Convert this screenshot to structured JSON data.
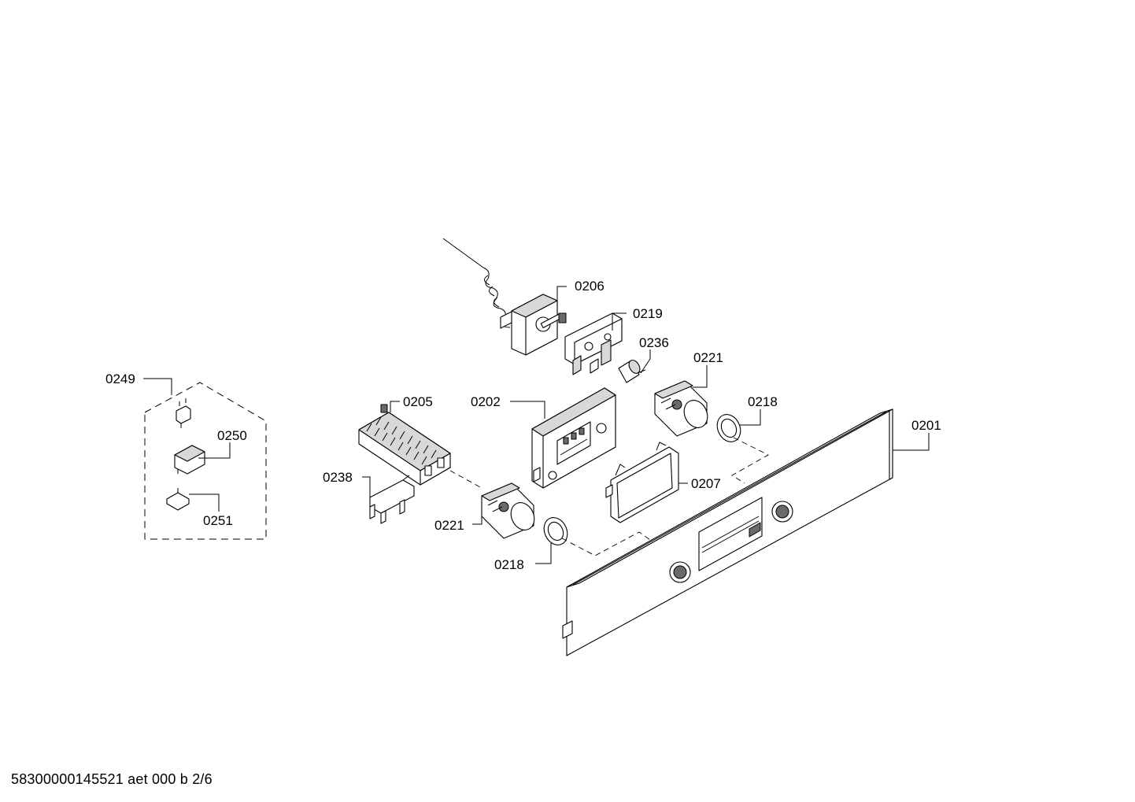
{
  "diagram": {
    "parts": {
      "p0201": "0201",
      "p0202": "0202",
      "p0205": "0205",
      "p0206": "0206",
      "p0207": "0207",
      "p0218a": "0218",
      "p0218b": "0218",
      "p0219": "0219",
      "p0221a": "0221",
      "p0221b": "0221",
      "p0236": "0236",
      "p0238": "0238",
      "p0249": "0249",
      "p0250": "0250",
      "p0251": "0251"
    }
  },
  "footer": {
    "document_id": "58300000145521 aet 000 b 2/6"
  }
}
